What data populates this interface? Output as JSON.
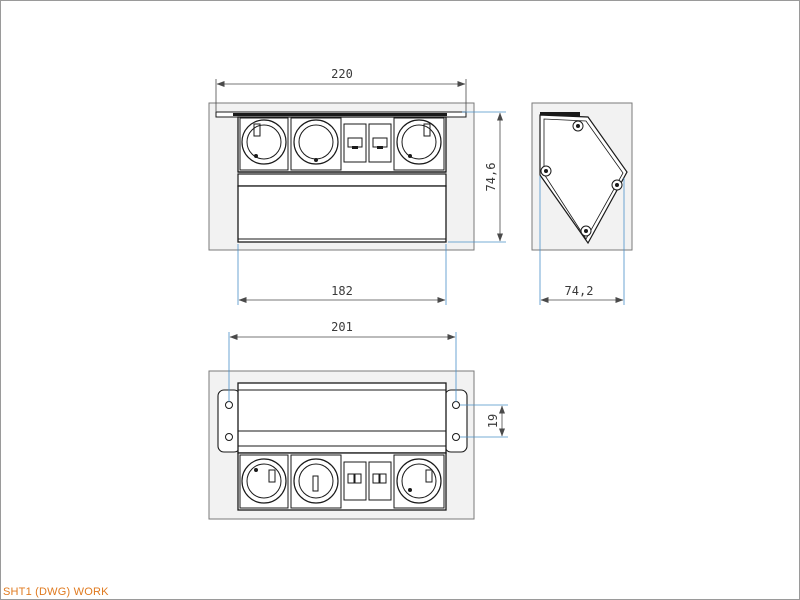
{
  "drawing": {
    "dimensions": {
      "front_overall_width": "220",
      "front_height": "74,6",
      "front_body_width": "182",
      "side_depth": "74,2",
      "top_hole_spacing": "201",
      "top_hole_pitch": "19"
    },
    "sheet_label": "SHT1 (DWG) WORK",
    "colors": {
      "line": "#1a1a1a",
      "panel": "#f2f2f2",
      "dimension_line": "#4a4a4a",
      "extension_line": "#4a90c8",
      "label": "#e07a1f"
    }
  }
}
